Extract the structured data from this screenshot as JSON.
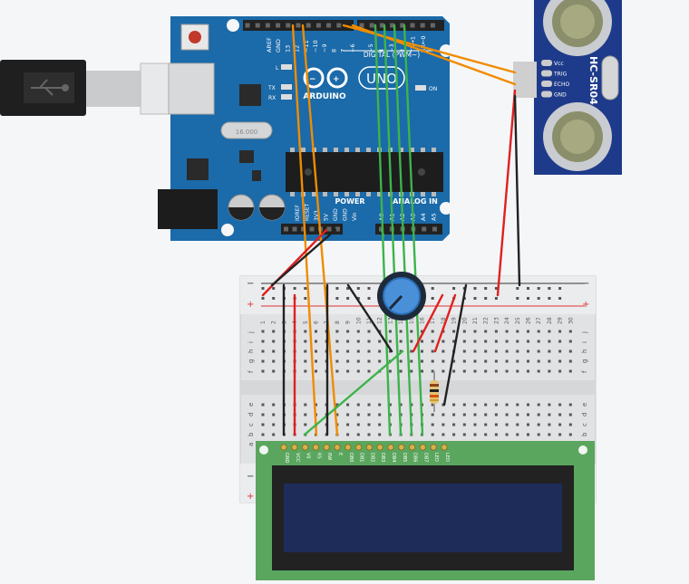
{
  "arduino": {
    "brand": "ARDUINO",
    "model": "UNO",
    "header_top_labels": [
      "AREF",
      "GND",
      "13",
      "12",
      "~11",
      "~10",
      "~9",
      "8",
      "7",
      "~6",
      "~5",
      "4",
      "~3",
      "2",
      "TX→1",
      "RX←0"
    ],
    "digital_label": "DIGITAL (PWM~)",
    "led_labels": [
      "L",
      "TX",
      "RX"
    ],
    "on_label": "ON",
    "power_label": "POWER",
    "analog_label": "ANALOG IN",
    "power_pins": [
      "IOREF",
      "RESET",
      "3V3",
      "5V",
      "GND",
      "GND",
      "Vin"
    ],
    "analog_pins": [
      "A0",
      "A1",
      "A2",
      "A3",
      "A4",
      "A5"
    ],
    "crystal_label": "16.000"
  },
  "sensor": {
    "model": "HC-SR04",
    "pins": [
      "Vcc",
      "TRIG",
      "ECHO",
      "GND"
    ]
  },
  "breadboard": {
    "rail_minus": "−",
    "rail_plus": "+",
    "row_letters_top": [
      "j",
      "i",
      "h",
      "g",
      "f"
    ],
    "row_letters_bottom": [
      "e",
      "d",
      "c",
      "b",
      "a"
    ],
    "column_numbers": [
      "1",
      "2",
      "3",
      "4",
      "5",
      "6",
      "7",
      "8",
      "9",
      "10",
      "11",
      "12",
      "13",
      "14",
      "15",
      "16",
      "17",
      "18",
      "19",
      "20",
      "21",
      "22",
      "23",
      "24",
      "25",
      "26",
      "27",
      "28",
      "29",
      "30"
    ]
  },
  "lcd": {
    "pins": [
      "GND",
      "VCC",
      "V0",
      "RS",
      "RW",
      "E",
      "DB0",
      "DB1",
      "DB2",
      "DB3",
      "DB4",
      "DB5",
      "DB6",
      "DB7",
      "LED",
      "LED"
    ]
  },
  "colors": {
    "board_blue": "#1b6aa9",
    "wire_orange": "#f08c00",
    "wire_green": "#3cb44b",
    "wire_red": "#e02020",
    "wire_black": "#222222",
    "lcd_green": "#5aa65e",
    "lcd_screen": "#1e2c5a"
  }
}
